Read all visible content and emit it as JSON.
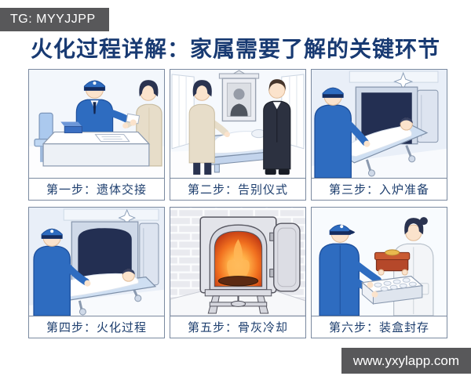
{
  "header": {
    "badge": "TG: MYYJJPP",
    "title": "火化过程详解：家属需要了解的关键环节"
  },
  "panels": [
    {
      "label": "第一步：遗体交接",
      "scene": "body-handover"
    },
    {
      "label": "第二步：告别仪式",
      "scene": "farewell-ceremony"
    },
    {
      "label": "第三步：入炉准备",
      "scene": "furnace-preparation"
    },
    {
      "label": "第四步：火化过程",
      "scene": "cremation-process"
    },
    {
      "label": "第五步：骨灰冷却",
      "scene": "ash-cooling"
    },
    {
      "label": "第六步：装盒封存",
      "scene": "boxing-and-sealing"
    }
  ],
  "footer": {
    "watermark": "www.yxylapp.com"
  },
  "colors": {
    "title_navy": "#183a72",
    "caption_navy": "#1d3e6e",
    "badge_gray": "#58585a",
    "panel_border": "#7b8aa0",
    "uniform_blue": "#2e6cc0",
    "uniform_dark_blue": "#1d4f9c",
    "cap_band_navy": "#152c5e",
    "coat_beige": "#e7ddc9",
    "suit_dark": "#2c3140",
    "skin": "#fbe3cc",
    "casket_blue": "#d7e4f5",
    "furnace_dark": "#232f52",
    "fire_orange": "#f1701f",
    "fire_red": "#bb3212",
    "urn_red": "#b5482a",
    "urn_gold": "#e9b94e"
  }
}
